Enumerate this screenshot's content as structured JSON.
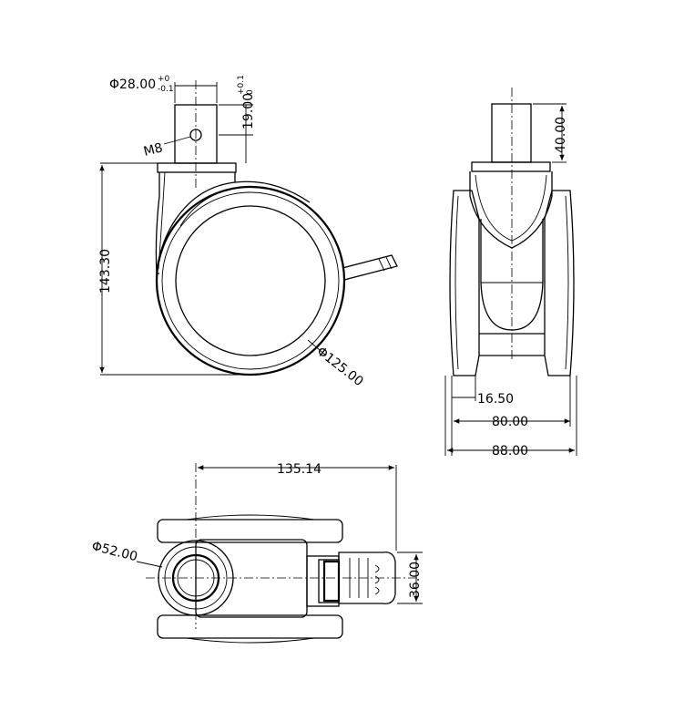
{
  "dimensions": {
    "shaft_diameter": "Φ28.00",
    "shaft_diameter_tol_upper": "+0",
    "shaft_diameter_tol_lower": "-0.1",
    "shaft_height": "19.00",
    "shaft_height_tol_upper": "+0.1",
    "shaft_height_tol_lower": "0",
    "thread": "M8",
    "total_height": "143.30",
    "wheel_diameter": "Φ125.00",
    "stem_height": "40.00",
    "tread_width": "16.50",
    "inner_width": "80.00",
    "overall_width": "88.00",
    "overall_length": "135.14",
    "hub_diameter": "Φ52.00",
    "brake_width": "36.00"
  },
  "colors": {
    "line": "#000000",
    "background": "#ffffff"
  }
}
